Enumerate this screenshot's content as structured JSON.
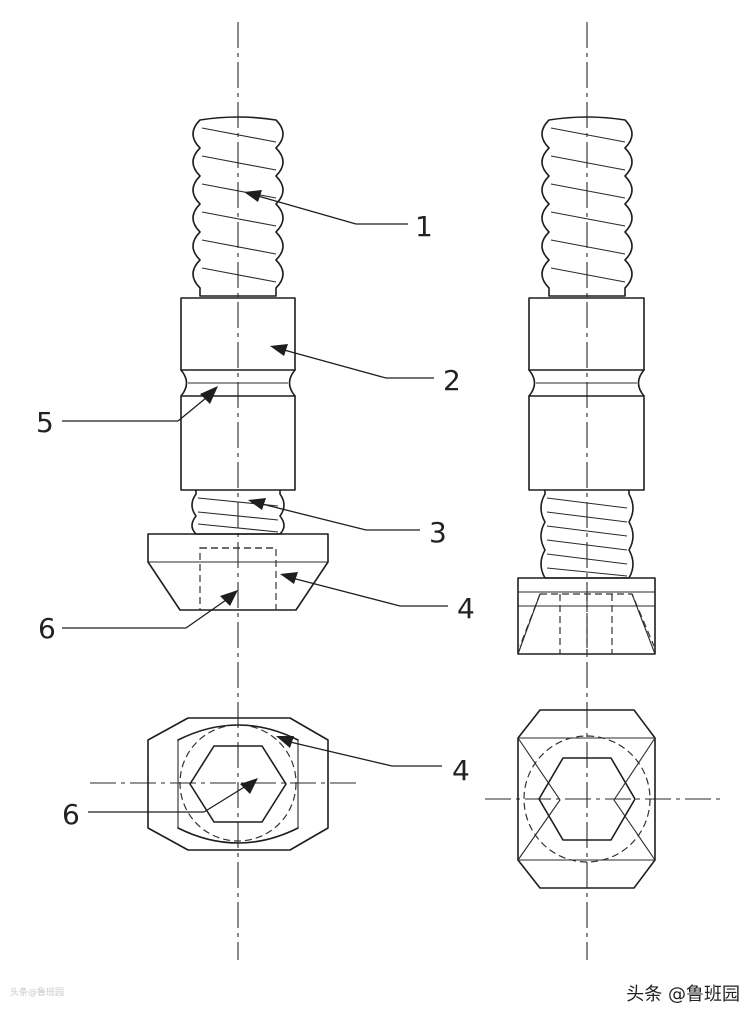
{
  "labels": {
    "n1": "1",
    "n2": "2",
    "n3": "3",
    "n4a": "4",
    "n4b": "4",
    "n5": "5",
    "n6a": "6",
    "n6b": "6"
  },
  "watermark": "头条 @鲁班园",
  "faint_mark": "头条@鲁班园"
}
